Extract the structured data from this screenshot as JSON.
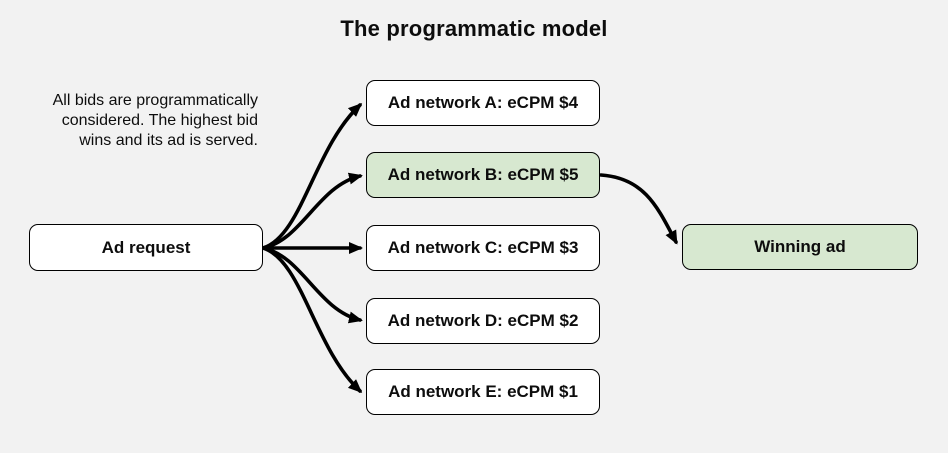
{
  "title": "The programmatic model",
  "note": "All bids are programmatically\nconsidered. The highest bid\nwins and its ad is served.",
  "diagram": {
    "type": "flow",
    "nodes": [
      {
        "id": "ad-request",
        "label": "Ad request",
        "highlight": false
      },
      {
        "id": "network-a",
        "label": "Ad network A: eCPM $4",
        "highlight": false
      },
      {
        "id": "network-b",
        "label": "Ad network B: eCPM $5",
        "highlight": true
      },
      {
        "id": "network-c",
        "label": "Ad network C: eCPM $3",
        "highlight": false
      },
      {
        "id": "network-d",
        "label": "Ad network D: eCPM $2",
        "highlight": false
      },
      {
        "id": "network-e",
        "label": "Ad network E: eCPM $1",
        "highlight": false
      },
      {
        "id": "winning-ad",
        "label": "Winning ad",
        "highlight": true
      }
    ],
    "edges": [
      {
        "from": "ad-request",
        "to": "network-a"
      },
      {
        "from": "ad-request",
        "to": "network-b"
      },
      {
        "from": "ad-request",
        "to": "network-c"
      },
      {
        "from": "ad-request",
        "to": "network-d"
      },
      {
        "from": "ad-request",
        "to": "network-e"
      },
      {
        "from": "network-b",
        "to": "winning-ad"
      }
    ]
  },
  "colors": {
    "background": "#f2f2f2",
    "node_fill": "#ffffff",
    "highlight_fill": "#d7e8d0",
    "border": "#000000",
    "arrow": "#000000",
    "text": "#0d0d0d"
  }
}
